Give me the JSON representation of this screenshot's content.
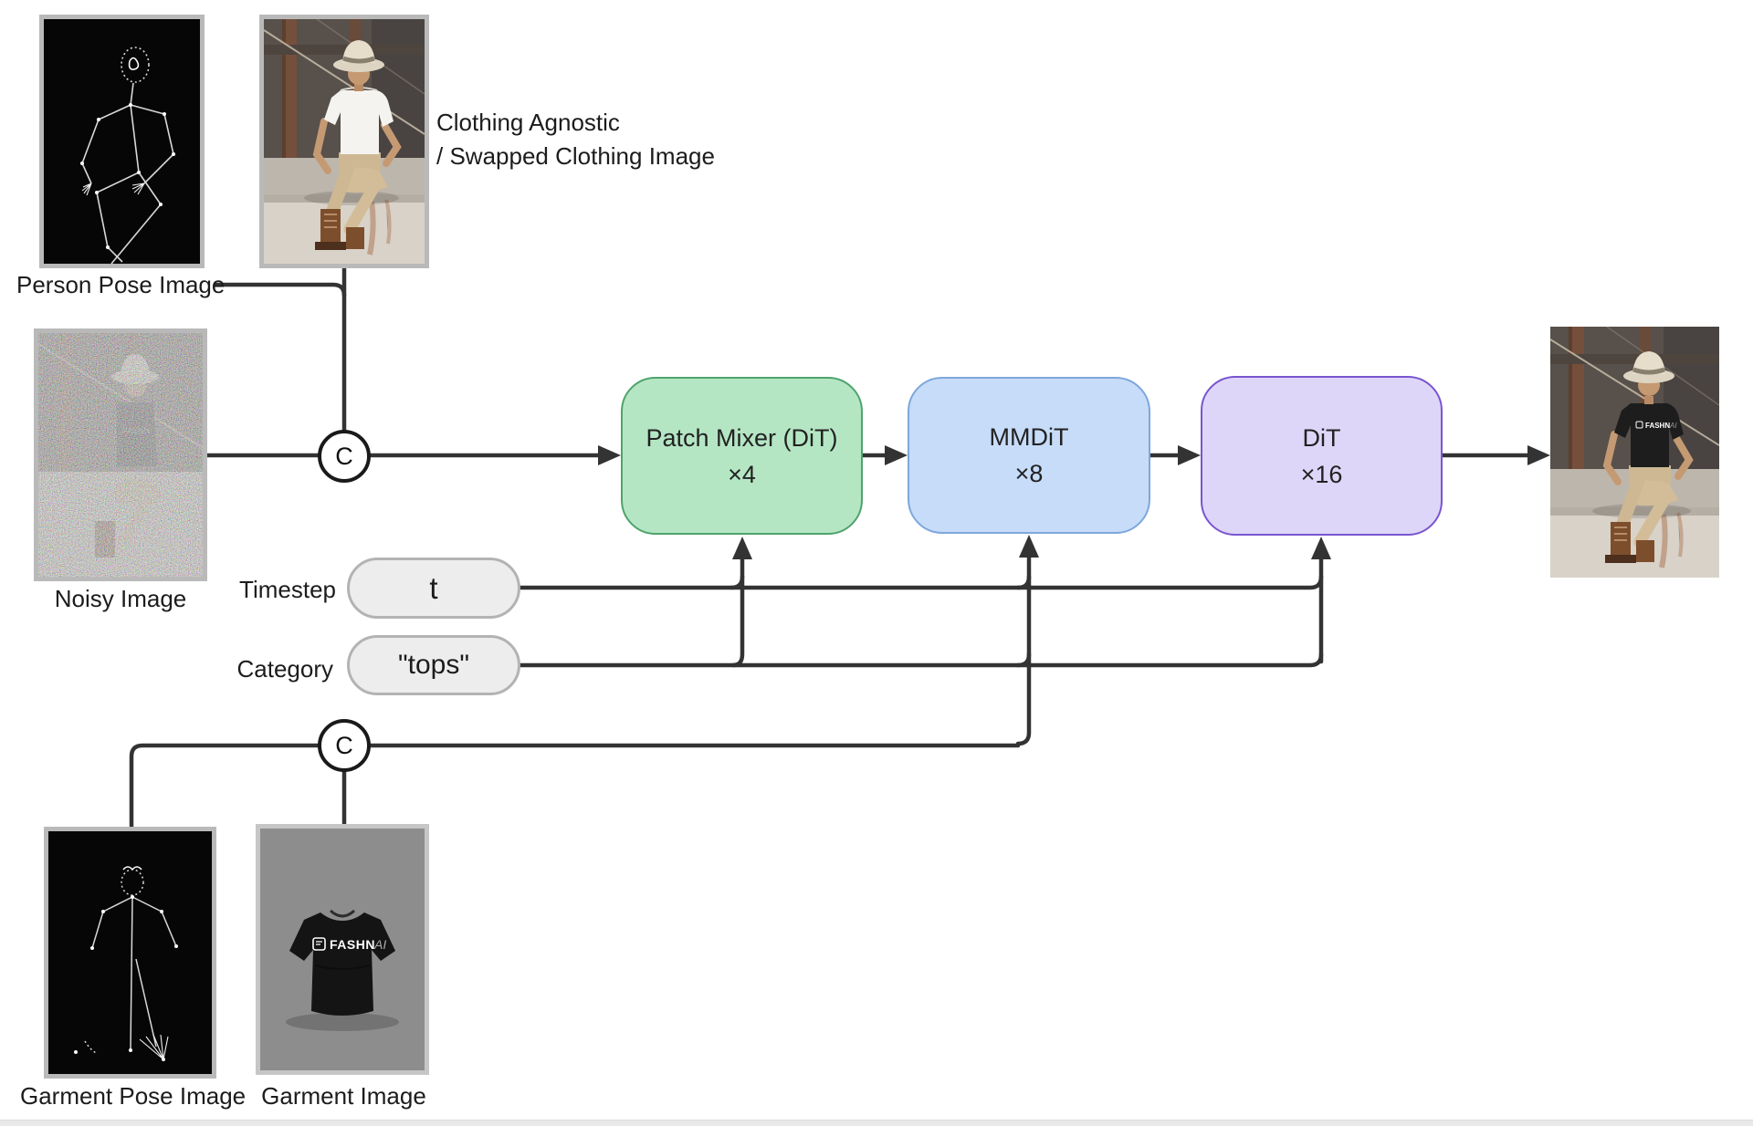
{
  "labels": {
    "person_pose": "Person Pose Image",
    "clothing_agnostic_line1": "Clothing Agnostic",
    "clothing_agnostic_line2": "/ Swapped Clothing Image",
    "noisy": "Noisy Image",
    "timestep": "Timestep",
    "category": "Category",
    "garment_pose": "Garment Pose Image",
    "garment": "Garment Image"
  },
  "pills": {
    "timestep_value": "t",
    "category_value": "\"tops\""
  },
  "concat": {
    "symbol": "C"
  },
  "blocks": [
    {
      "label": "Patch Mixer (DiT)",
      "repeat": "×4",
      "fill": "#b5e6c4",
      "border": "#4fa36c"
    },
    {
      "label": "MMDiT",
      "repeat": "×8",
      "fill": "#c7dcf8",
      "border": "#7da7dd"
    },
    {
      "label": "DiT",
      "repeat": "×16",
      "fill": "#ded6f8",
      "border": "#7a55d0"
    }
  ],
  "garment_logo": {
    "brand": "FASHN",
    "suffix": "AI"
  },
  "colors": {
    "wire": "#333333",
    "pill_fill": "#ededed",
    "pill_border": "#b3b3b3",
    "image_border": "#b9b9b9",
    "text": "#1c1c1c",
    "garment_bg": "#8d8d8d",
    "tshirt": "#141414"
  }
}
